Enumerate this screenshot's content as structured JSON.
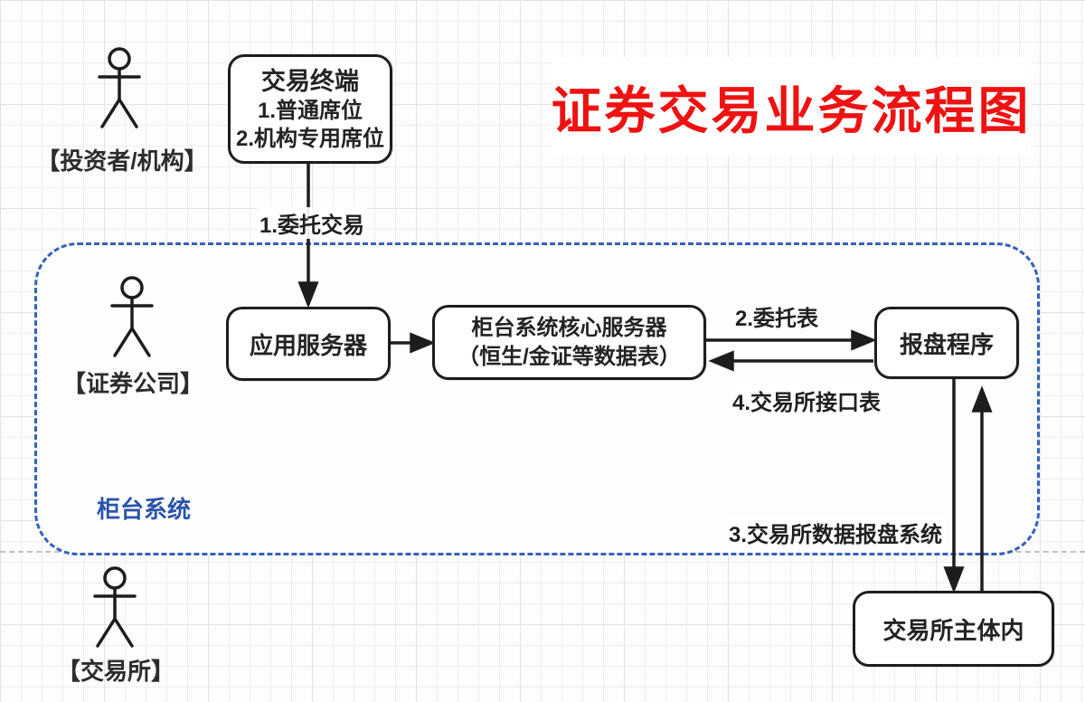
{
  "diagram": {
    "title": "证券交易业务流程图",
    "actors": {
      "investor": "【投资者/机构】",
      "broker": "【证券公司】",
      "exchange": "【交易所】"
    },
    "nodes": {
      "terminal": {
        "title": "交易终端",
        "item1": "1.普通席位",
        "item2": "2.机构专用席位"
      },
      "app_server": "应用服务器",
      "core_server": {
        "line1": "柜台系统核心服务器",
        "line2": "（恒生/金证等数据表）"
      },
      "quote_program": "报盘程序",
      "exchange_body": "交易所主体内"
    },
    "edges": {
      "entrust_trade": "1.委托交易",
      "entrust_table": "2.委托表",
      "exchange_interface_table": "4.交易所接口表",
      "exchange_data_system": "3.交易所数据报盘系统"
    },
    "zone_label": "柜台系统",
    "colors": {
      "title_red": "#ee1212",
      "zone_border_blue": "#3560bd",
      "zone_label_blue": "#2b54ac",
      "shape_stroke": "#1d1d1d",
      "divider_gray": "#c2c2c2"
    }
  }
}
